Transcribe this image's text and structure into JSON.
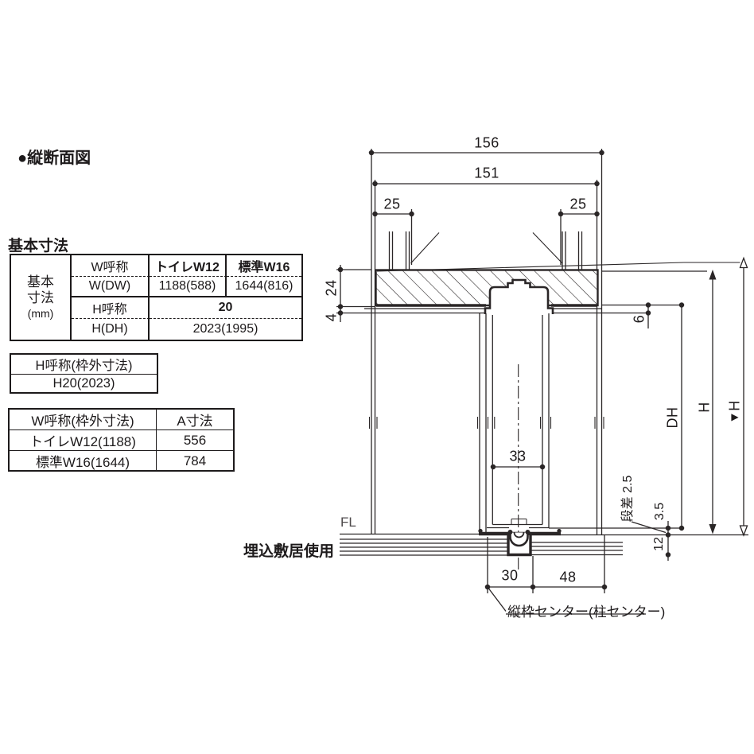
{
  "page": {
    "title": "●縦断面図",
    "basic_dim_caption": "基本寸法"
  },
  "tables": {
    "basic": {
      "side_line1": "基本",
      "side_line2": "寸法",
      "side_line3": "(mm)",
      "w_header": "W呼称",
      "w_col1": "トイレW12",
      "w_col2": "標準W16",
      "wdw_header": "W(DW)",
      "wdw_col1": "1188(588)",
      "wdw_col2": "1644(816)",
      "h_header": "H呼称",
      "h_value": "20",
      "hdh_header": "H(DH)",
      "hdh_value": "2023(1995)"
    },
    "h_outer": {
      "header": "H呼称(枠外寸法)",
      "value": "H20(2023)"
    },
    "w_outer": {
      "col1_header": "W呼称(枠外寸法)",
      "col2_header": "A寸法",
      "row1_col1": "トイレW12(1188)",
      "row1_col2": "556",
      "row2_col1": "標準W16(1644)",
      "row2_col2": "784"
    }
  },
  "diagram": {
    "dims": {
      "d156": "156",
      "d151": "151",
      "d25_left": "25",
      "d25_right": "25",
      "d24": "24",
      "d4": "4",
      "d6": "6",
      "d33": "33",
      "d30": "30",
      "d48": "48",
      "d3_5": "3.5",
      "d12": "12",
      "step": "段差 2.5",
      "dh": "DH",
      "h": "H",
      "h_ref": "H",
      "h_ref_marker": "▶"
    },
    "labels": {
      "fl": "FL",
      "sill_note": "埋込敷居使用",
      "frame_center": "縦枠センター(柱センター)"
    }
  },
  "colors": {
    "line": "#2a2627",
    "text": "#1d1a1b",
    "fl_text": "#4f4b4c"
  }
}
